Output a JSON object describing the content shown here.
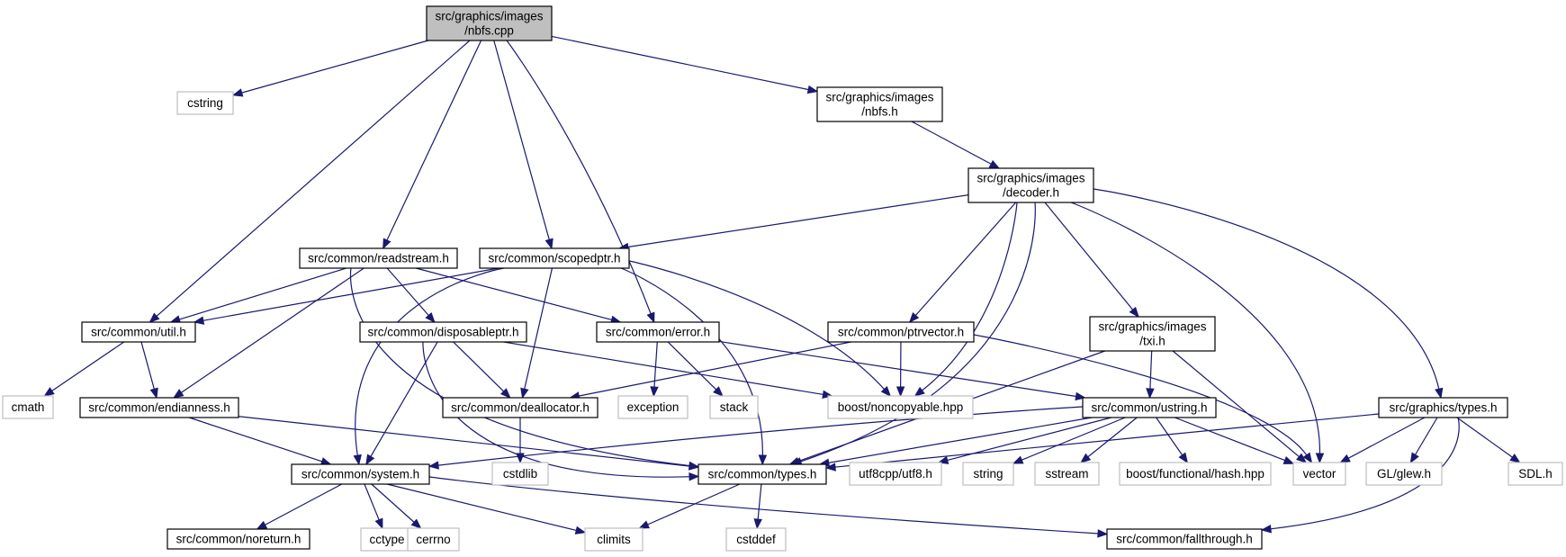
{
  "colors": {
    "edge": "#191970",
    "root_fill": "#bfbfbf",
    "project_border": "#000000",
    "external_border": "#bfbfbf",
    "background": "#ffffff"
  },
  "nodes": [
    {
      "id": "nbfs_cpp",
      "lines": [
        "src/graphics/images",
        "/nbfs.cpp"
      ],
      "kind": "root"
    },
    {
      "id": "cstring",
      "lines": [
        "cstring"
      ],
      "kind": "external"
    },
    {
      "id": "nbfs_h",
      "lines": [
        "src/graphics/images",
        "/nbfs.h"
      ],
      "kind": "project"
    },
    {
      "id": "decoder_h",
      "lines": [
        "src/graphics/images",
        "/decoder.h"
      ],
      "kind": "project"
    },
    {
      "id": "readstream_h",
      "lines": [
        "src/common/readstream.h"
      ],
      "kind": "project"
    },
    {
      "id": "scopedptr_h",
      "lines": [
        "src/common/scopedptr.h"
      ],
      "kind": "project"
    },
    {
      "id": "util_h",
      "lines": [
        "src/common/util.h"
      ],
      "kind": "project"
    },
    {
      "id": "disposableptr_h",
      "lines": [
        "src/common/disposableptr.h"
      ],
      "kind": "project"
    },
    {
      "id": "error_h",
      "lines": [
        "src/common/error.h"
      ],
      "kind": "project"
    },
    {
      "id": "ptrvector_h",
      "lines": [
        "src/common/ptrvector.h"
      ],
      "kind": "project"
    },
    {
      "id": "txi_h",
      "lines": [
        "src/graphics/images",
        "/txi.h"
      ],
      "kind": "project"
    },
    {
      "id": "cmath",
      "lines": [
        "cmath"
      ],
      "kind": "external"
    },
    {
      "id": "endianness_h",
      "lines": [
        "src/common/endianness.h"
      ],
      "kind": "project"
    },
    {
      "id": "deallocator_h",
      "lines": [
        "src/common/deallocator.h"
      ],
      "kind": "project"
    },
    {
      "id": "exception",
      "lines": [
        "exception"
      ],
      "kind": "external"
    },
    {
      "id": "stack",
      "lines": [
        "stack"
      ],
      "kind": "external"
    },
    {
      "id": "noncopyable",
      "lines": [
        "boost/noncopyable.hpp"
      ],
      "kind": "external"
    },
    {
      "id": "ustring_h",
      "lines": [
        "src/common/ustring.h"
      ],
      "kind": "project"
    },
    {
      "id": "gtypes_h",
      "lines": [
        "src/graphics/types.h"
      ],
      "kind": "project"
    },
    {
      "id": "system_h",
      "lines": [
        "src/common/system.h"
      ],
      "kind": "project"
    },
    {
      "id": "cstdlib",
      "lines": [
        "cstdlib"
      ],
      "kind": "external"
    },
    {
      "id": "types_h",
      "lines": [
        "src/common/types.h"
      ],
      "kind": "project"
    },
    {
      "id": "utf8",
      "lines": [
        "utf8cpp/utf8.h"
      ],
      "kind": "external"
    },
    {
      "id": "string",
      "lines": [
        "string"
      ],
      "kind": "external"
    },
    {
      "id": "sstream",
      "lines": [
        "sstream"
      ],
      "kind": "external"
    },
    {
      "id": "hash",
      "lines": [
        "boost/functional/hash.hpp"
      ],
      "kind": "external"
    },
    {
      "id": "vector",
      "lines": [
        "vector"
      ],
      "kind": "external"
    },
    {
      "id": "glew",
      "lines": [
        "GL/glew.h"
      ],
      "kind": "external"
    },
    {
      "id": "sdl",
      "lines": [
        "SDL.h"
      ],
      "kind": "external"
    },
    {
      "id": "noreturn_h",
      "lines": [
        "src/common/noreturn.h"
      ],
      "kind": "project"
    },
    {
      "id": "cctype",
      "lines": [
        "cctype"
      ],
      "kind": "external"
    },
    {
      "id": "cerrno",
      "lines": [
        "cerrno"
      ],
      "kind": "external"
    },
    {
      "id": "climits",
      "lines": [
        "climits"
      ],
      "kind": "external"
    },
    {
      "id": "cstddef",
      "lines": [
        "cstddef"
      ],
      "kind": "external"
    },
    {
      "id": "fallthrough_h",
      "lines": [
        "src/common/fallthrough.h"
      ],
      "kind": "project"
    }
  ],
  "edges": [
    {
      "from": "nbfs_cpp",
      "to": "cstring"
    },
    {
      "from": "nbfs_cpp",
      "to": "util_h"
    },
    {
      "from": "nbfs_cpp",
      "to": "readstream_h"
    },
    {
      "from": "nbfs_cpp",
      "to": "scopedptr_h"
    },
    {
      "from": "nbfs_cpp",
      "to": "error_h"
    },
    {
      "from": "nbfs_cpp",
      "to": "nbfs_h"
    },
    {
      "from": "nbfs_h",
      "to": "decoder_h"
    },
    {
      "from": "decoder_h",
      "to": "scopedptr_h"
    },
    {
      "from": "decoder_h",
      "to": "ptrvector_h"
    },
    {
      "from": "decoder_h",
      "to": "noncopyable"
    },
    {
      "from": "decoder_h",
      "to": "types_h"
    },
    {
      "from": "decoder_h",
      "to": "txi_h"
    },
    {
      "from": "decoder_h",
      "to": "vector"
    },
    {
      "from": "decoder_h",
      "to": "gtypes_h"
    },
    {
      "from": "readstream_h",
      "to": "util_h"
    },
    {
      "from": "readstream_h",
      "to": "endianness_h"
    },
    {
      "from": "readstream_h",
      "to": "disposableptr_h"
    },
    {
      "from": "readstream_h",
      "to": "error_h"
    },
    {
      "from": "readstream_h",
      "to": "types_h"
    },
    {
      "from": "scopedptr_h",
      "to": "util_h"
    },
    {
      "from": "scopedptr_h",
      "to": "system_h"
    },
    {
      "from": "scopedptr_h",
      "to": "deallocator_h"
    },
    {
      "from": "scopedptr_h",
      "to": "types_h"
    },
    {
      "from": "scopedptr_h",
      "to": "noncopyable"
    },
    {
      "from": "util_h",
      "to": "cmath"
    },
    {
      "from": "util_h",
      "to": "endianness_h"
    },
    {
      "from": "disposableptr_h",
      "to": "system_h"
    },
    {
      "from": "disposableptr_h",
      "to": "types_h"
    },
    {
      "from": "disposableptr_h",
      "to": "deallocator_h"
    },
    {
      "from": "disposableptr_h",
      "to": "noncopyable"
    },
    {
      "from": "error_h",
      "to": "exception"
    },
    {
      "from": "error_h",
      "to": "stack"
    },
    {
      "from": "error_h",
      "to": "ustring_h"
    },
    {
      "from": "ptrvector_h",
      "to": "deallocator_h"
    },
    {
      "from": "ptrvector_h",
      "to": "noncopyable"
    },
    {
      "from": "ptrvector_h",
      "to": "vector"
    },
    {
      "from": "txi_h",
      "to": "types_h"
    },
    {
      "from": "txi_h",
      "to": "ustring_h"
    },
    {
      "from": "txi_h",
      "to": "vector"
    },
    {
      "from": "endianness_h",
      "to": "system_h"
    },
    {
      "from": "endianness_h",
      "to": "types_h"
    },
    {
      "from": "deallocator_h",
      "to": "cstdlib"
    },
    {
      "from": "ustring_h",
      "to": "system_h"
    },
    {
      "from": "ustring_h",
      "to": "types_h"
    },
    {
      "from": "ustring_h",
      "to": "utf8"
    },
    {
      "from": "ustring_h",
      "to": "string"
    },
    {
      "from": "ustring_h",
      "to": "sstream"
    },
    {
      "from": "ustring_h",
      "to": "hash"
    },
    {
      "from": "ustring_h",
      "to": "vector"
    },
    {
      "from": "gtypes_h",
      "to": "types_h"
    },
    {
      "from": "gtypes_h",
      "to": "vector"
    },
    {
      "from": "gtypes_h",
      "to": "glew"
    },
    {
      "from": "gtypes_h",
      "to": "sdl"
    },
    {
      "from": "gtypes_h",
      "to": "fallthrough_h"
    },
    {
      "from": "system_h",
      "to": "noreturn_h"
    },
    {
      "from": "system_h",
      "to": "cctype"
    },
    {
      "from": "system_h",
      "to": "cerrno"
    },
    {
      "from": "system_h",
      "to": "climits"
    },
    {
      "from": "system_h",
      "to": "fallthrough_h"
    },
    {
      "from": "types_h",
      "to": "climits"
    },
    {
      "from": "types_h",
      "to": "cstddef"
    }
  ]
}
